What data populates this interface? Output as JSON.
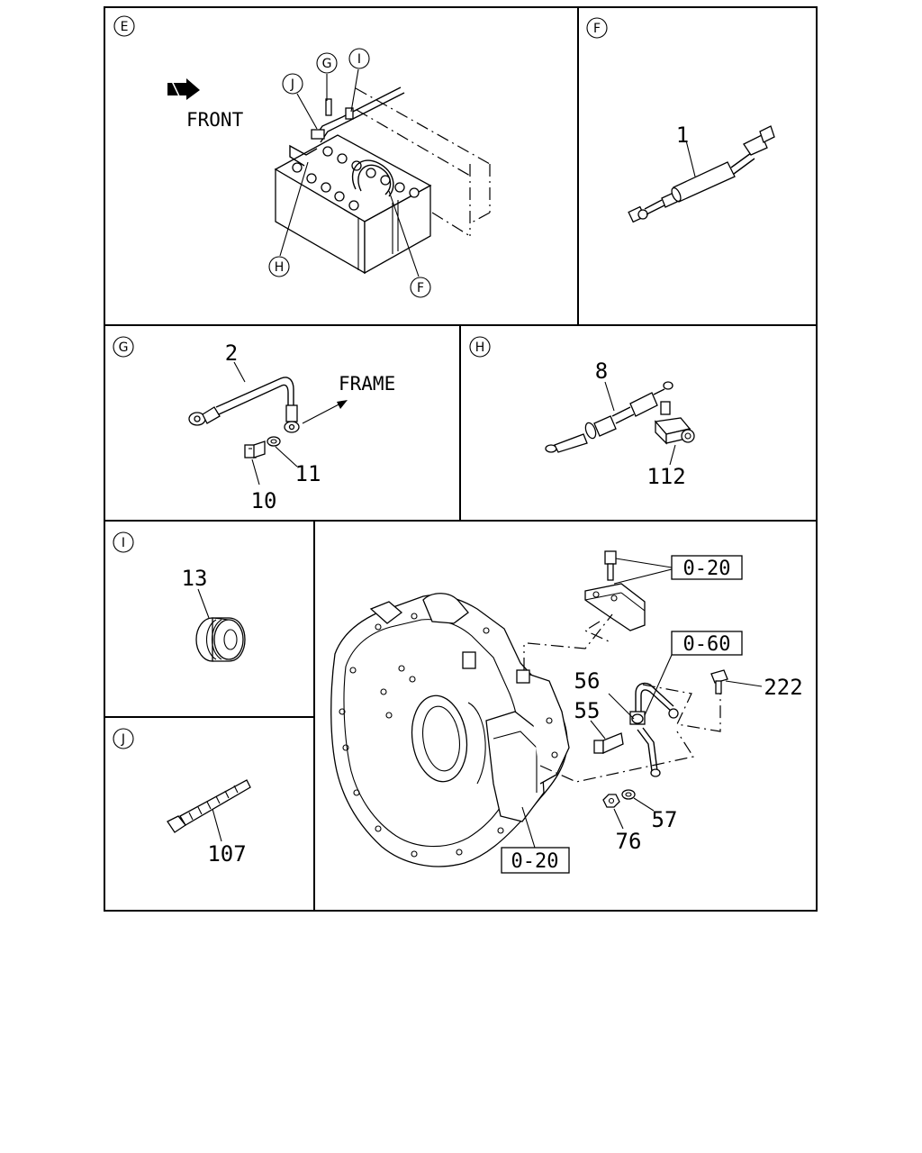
{
  "panels": [
    {
      "id": "E",
      "letter": "E"
    },
    {
      "id": "F",
      "letter": "F"
    },
    {
      "id": "G",
      "letter": "G"
    },
    {
      "id": "H",
      "letter": "H"
    },
    {
      "id": "I",
      "letter": "I"
    },
    {
      "id": "J",
      "letter": "J"
    }
  ],
  "panel_e": {
    "direction_text": "FRONT",
    "callouts": [
      "G",
      "I",
      "J",
      "H",
      "F"
    ]
  },
  "panel_f": {
    "part": "1"
  },
  "panel_g": {
    "parts": [
      "2",
      "11",
      "10"
    ],
    "direction_text": "FRAME"
  },
  "panel_h": {
    "parts": [
      "8",
      "112"
    ]
  },
  "panel_i": {
    "part": "13"
  },
  "panel_j": {
    "part": "107"
  },
  "panel_k": {
    "parts": [
      "56",
      "55",
      "222",
      "57",
      "76"
    ],
    "torque_boxes": [
      "0-20",
      "0-60",
      "0-20"
    ]
  }
}
